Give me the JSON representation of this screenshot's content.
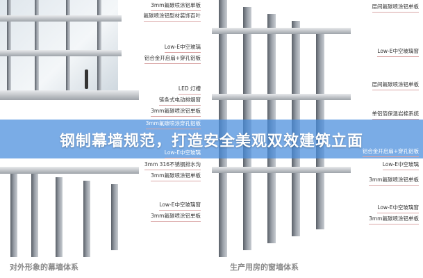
{
  "banner_title": "钢制幕墙规范，打造安全美观双效建筑立面",
  "left_panel": {
    "caption": "对外形象的幕墙体系",
    "labels": [
      "3mm氟碳喷涂铝单板",
      "氟碳喷涂铝型材装饰百叶",
      "Low-E中空玻璃",
      "铝合金开启扇+穿孔铝板",
      "LED 灯槽",
      "链条式电动排烟窗",
      "3mm氟碳喷涂铝单板",
      "3mm氟碳喷涂穿孔铝板",
      "Low-E中空玻璃",
      "3mm 316不锈钢排水沟",
      "3mm氟碳喷涂铝单板",
      "Low-E中空玻璃窗",
      "3mm氟碳喷涂铝单板"
    ]
  },
  "right_panel": {
    "caption": "生产用房的窗墙体系",
    "labels": [
      "层间氟碳喷涂铝单板",
      "Low-E中空玻璃窗",
      "层间氟碳喷涂铝单板",
      "单铝箔保温岩棉系统",
      "铝合金开启扇+穿孔铝板",
      "Low-E中空玻璃",
      "3mm氟碳喷涂铝单板",
      "Low-E中空玻璃窗",
      "3mm氟碳喷涂铝单板"
    ]
  }
}
